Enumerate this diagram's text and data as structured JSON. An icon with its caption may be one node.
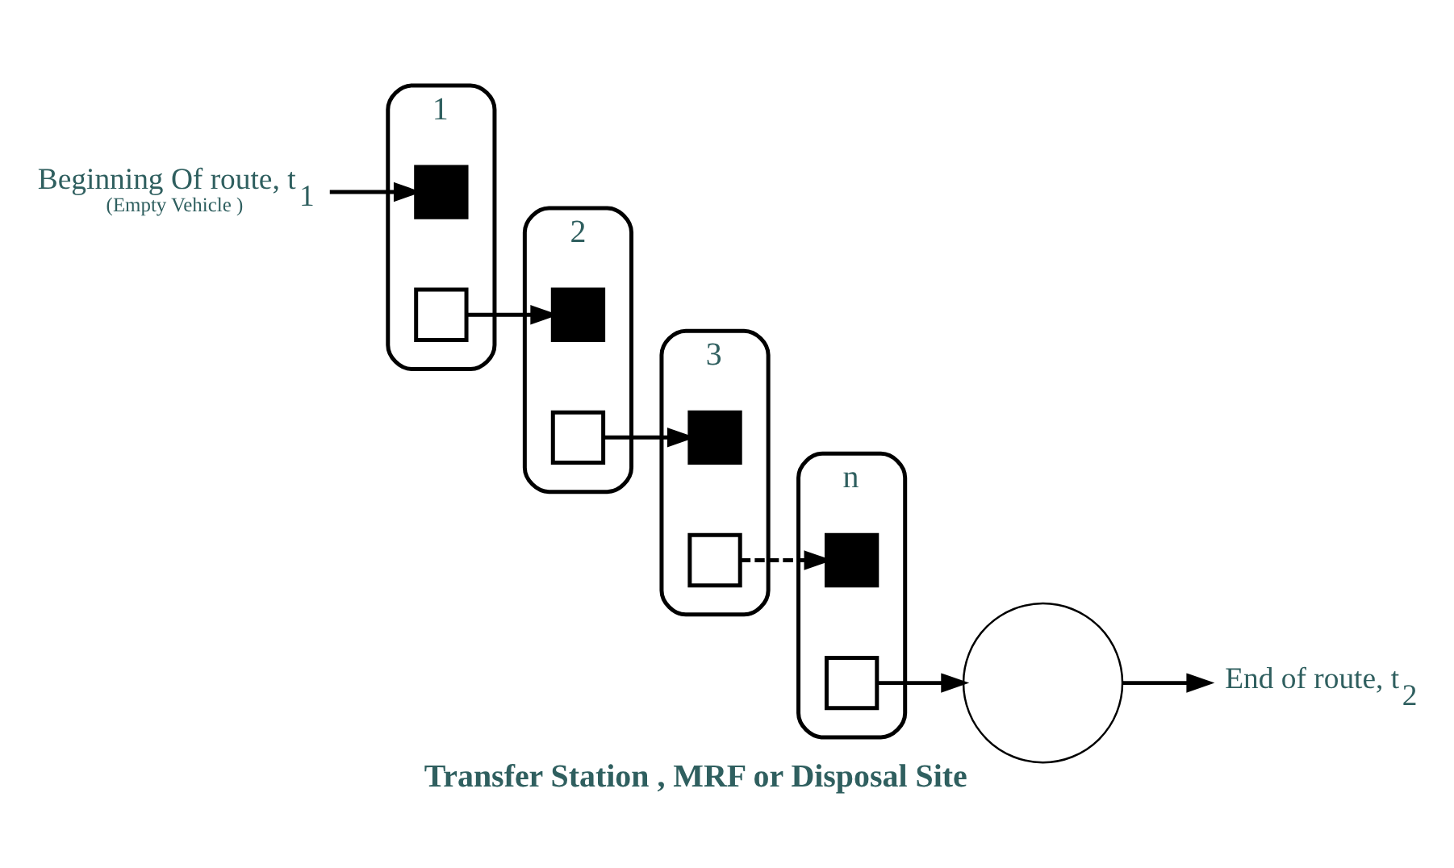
{
  "diagram": {
    "nodes": [
      {
        "text": [
          "1"
        ]
      },
      {
        "text": [],
        "shape": "box",
        "in": 0
      },
      {
        "text": [],
        "shape": "box",
        "in": 0
      },
      {
        "text": [
          "2"
        ]
      },
      {
        "text": [],
        "shape": "box",
        "in": 3
      },
      {
        "text": [],
        "shape": "box",
        "in": 3
      },
      {
        "text": [
          "3"
        ]
      },
      {
        "text": [],
        "shape": "box",
        "in": 6
      },
      {
        "text": [],
        "shape": "box",
        "in": 6
      },
      {
        "text": [
          "n"
        ]
      },
      {
        "text": [],
        "shape": "box",
        "in": 9
      },
      {
        "text": [],
        "shape": "box",
        "in": 9
      },
      {
        "text": [
          "Beginning Of route, t$_{1}$",
          "(Empty Vehicle )"
        ]
      },
      {
        "text": [
          "Transfer Station , MRF or Disposal Site"
        ]
      },
      {
        "text": [
          "End of route, t$_{2}$"
        ]
      }
    ],
    "edges": [
      {
        "from": 12,
        "to": 1,
        "arrow": "to"
      },
      {
        "from": 2,
        "to": 4,
        "arrow": "to"
      },
      {
        "from": 5,
        "to": 7,
        "arrow": "to"
      },
      {
        "from": 8,
        "to": 10,
        "arrow": "to",
        "style": "dashed"
      },
      {
        "from": 11,
        "to": 13,
        "arrow": "to"
      },
      {
        "from": 13,
        "to": 14,
        "arrow": "to"
      }
    ]
  }
}
